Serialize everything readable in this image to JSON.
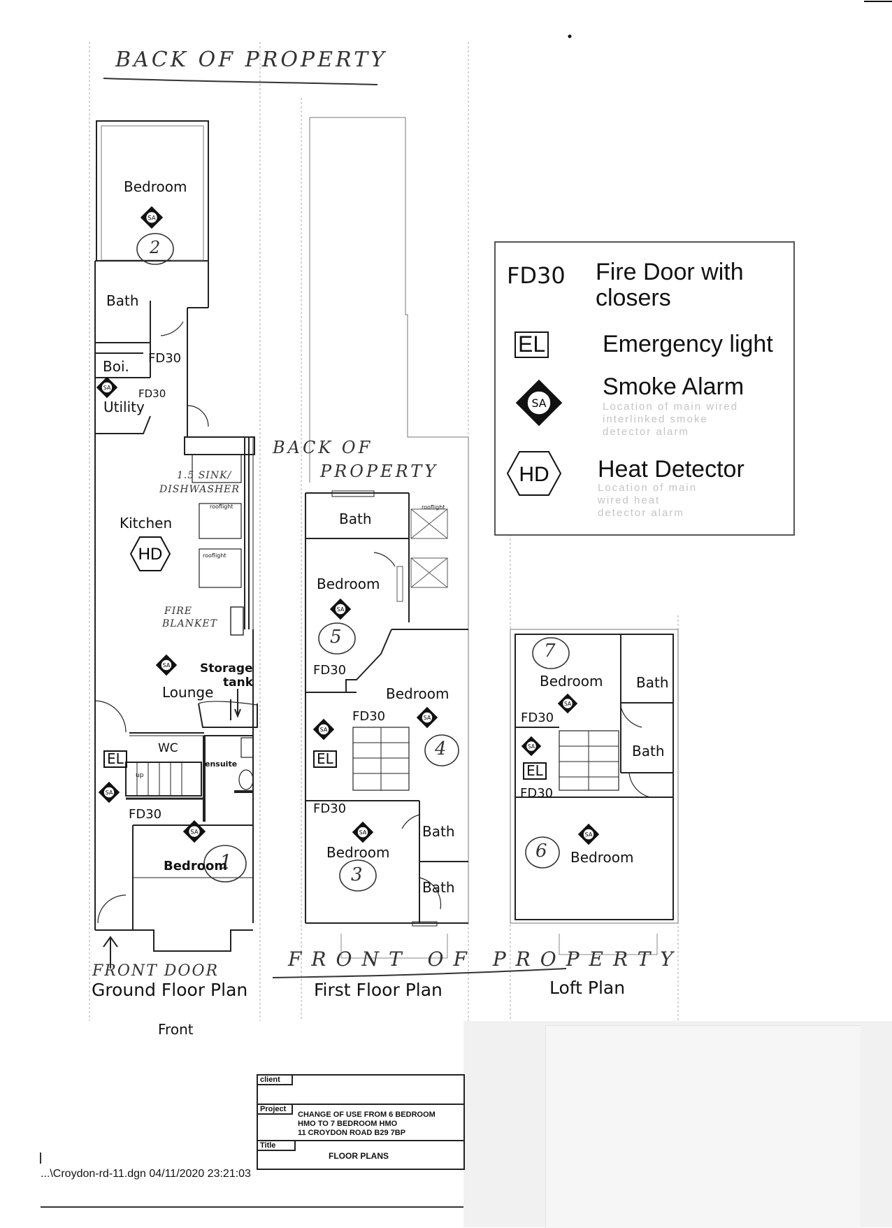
{
  "annotations": {
    "back_top": "BACK OF PROPERTY",
    "back_mid_1": "BACK OF",
    "back_mid_2": "PROPERTY",
    "front_bottom": "FRONT OF PROPERTY",
    "front_door": "FRONT DOOR",
    "sink_1": "1.5 SINK/",
    "sink_2": "DISHWASHER",
    "fire_blanket_1": "FIRE",
    "fire_blanket_2": "BLANKET"
  },
  "plans": {
    "ground": {
      "name": "Ground Floor Plan",
      "front": "Front",
      "rooms": {
        "bedroom2": "Bedroom",
        "bath": "Bath",
        "boiler": "Boi.",
        "utility": "Utility",
        "kitchen": "Kitchen",
        "lounge": "Lounge",
        "storage": "Storage",
        "storage_tank": "tank",
        "wc": "WC",
        "ensuite": "ensuite",
        "up": "up",
        "bedroom1": "Bedroom"
      },
      "labels": {
        "fd30_a": "FD30",
        "fd30_b": "FD30",
        "fd30_c": "FD30",
        "rooflight_a": "rooflight",
        "rooflight_b": "rooflight",
        "el": "EL",
        "hd": "HD"
      },
      "room_numbers": {
        "n2": "2",
        "n1": "1"
      }
    },
    "first": {
      "name": "First Floor Plan",
      "rooms": {
        "bath_top": "Bath",
        "bedroom5": "Bedroom",
        "bedroom4": "Bedroom",
        "bedroom3": "Bedroom",
        "bath_a": "Bath",
        "bath_b": "Bath",
        "rooflight": "rooflight"
      },
      "labels": {
        "fd30_a": "FD30",
        "fd30_b": "FD30",
        "fd30_c": "FD30",
        "el": "EL"
      },
      "room_numbers": {
        "n5": "5",
        "n4": "4",
        "n3": "3"
      }
    },
    "loft": {
      "name": "Loft Plan",
      "rooms": {
        "bedroom7": "Bedroom",
        "bath_top": "Bath",
        "bath_mid": "Bath",
        "bedroom6": "Bedroom"
      },
      "labels": {
        "fd30_a": "FD30",
        "fd30_b": "FD30",
        "el": "EL"
      },
      "room_numbers": {
        "n7": "7",
        "n6": "6"
      }
    }
  },
  "symbols": {
    "smoke_alarm": "SA",
    "heat_detector": "HD"
  },
  "legend": {
    "fd30": {
      "code": "FD30",
      "line1": "Fire Door with",
      "line2": "closers"
    },
    "el": {
      "code": "EL",
      "desc": "Emergency light"
    },
    "sa": {
      "code": "SA",
      "desc": "Smoke Alarm",
      "note1": "Location of main wired",
      "note2": "interlinked smoke",
      "note3": "detector alarm"
    },
    "hd": {
      "code": "HD",
      "desc": "Heat Detector",
      "note1": "Location of main",
      "note2": "wired heat",
      "note3": "detector alarm"
    }
  },
  "title_block": {
    "client_key": "client",
    "project_key": "Project",
    "project_line1": "CHANGE OF USE FROM 6 BEDROOM",
    "project_line2": "HMO TO 7 BEDROOM HMO",
    "project_line3": "11 CROYDON ROAD    B29 7BP",
    "title_key": "Title",
    "title_value": "FLOOR PLANS"
  },
  "footer": "...\\Croydon-rd-11.dgn  04/11/2020 23:21:03",
  "colors": {
    "ink": "#111111",
    "faint_line": "#9a9a9a",
    "page": "#ffffff"
  }
}
